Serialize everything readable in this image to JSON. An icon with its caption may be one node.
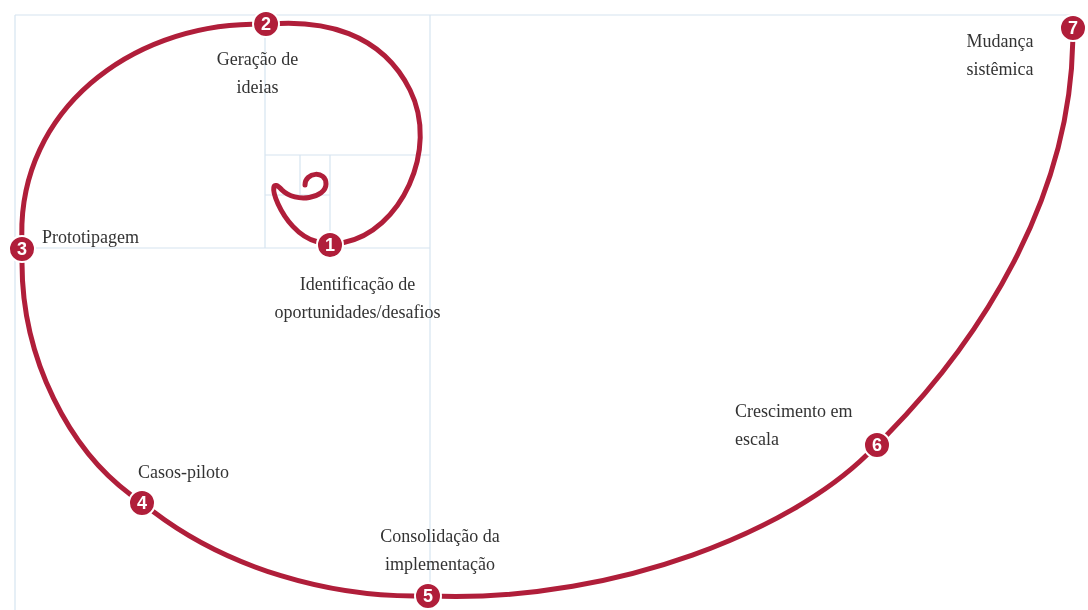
{
  "diagram": {
    "nodes": [
      {
        "text": [
          "1"
        ],
        "beside": [
          "Identificação de oportunidades/desafios"
        ]
      },
      {
        "text": [
          "2"
        ],
        "beside": [
          "Geração de ideias"
        ]
      },
      {
        "text": [
          "3"
        ],
        "beside": [
          "Prototipagem"
        ]
      },
      {
        "text": [
          "4"
        ],
        "beside": [
          "Casos-piloto"
        ]
      },
      {
        "text": [
          "5"
        ],
        "beside": [
          "Consolidação da implementação"
        ]
      },
      {
        "text": [
          "6"
        ],
        "beside": [
          "Crescimento em escala"
        ]
      },
      {
        "text": [
          "7"
        ],
        "beside": [
          "Mudança sistêmica"
        ]
      }
    ],
    "edges": [
      {
        "from": null,
        "to": 0,
        "arrow": "none"
      },
      {
        "from": 0,
        "to": 1,
        "arrow": "none"
      },
      {
        "from": 1,
        "to": 2,
        "arrow": "none"
      },
      {
        "from": 2,
        "to": 3,
        "arrow": "none"
      },
      {
        "from": 3,
        "to": 4,
        "arrow": "none"
      },
      {
        "from": 4,
        "to": 5,
        "arrow": "none"
      },
      {
        "from": 5,
        "to": 6,
        "arrow": "none"
      }
    ]
  }
}
